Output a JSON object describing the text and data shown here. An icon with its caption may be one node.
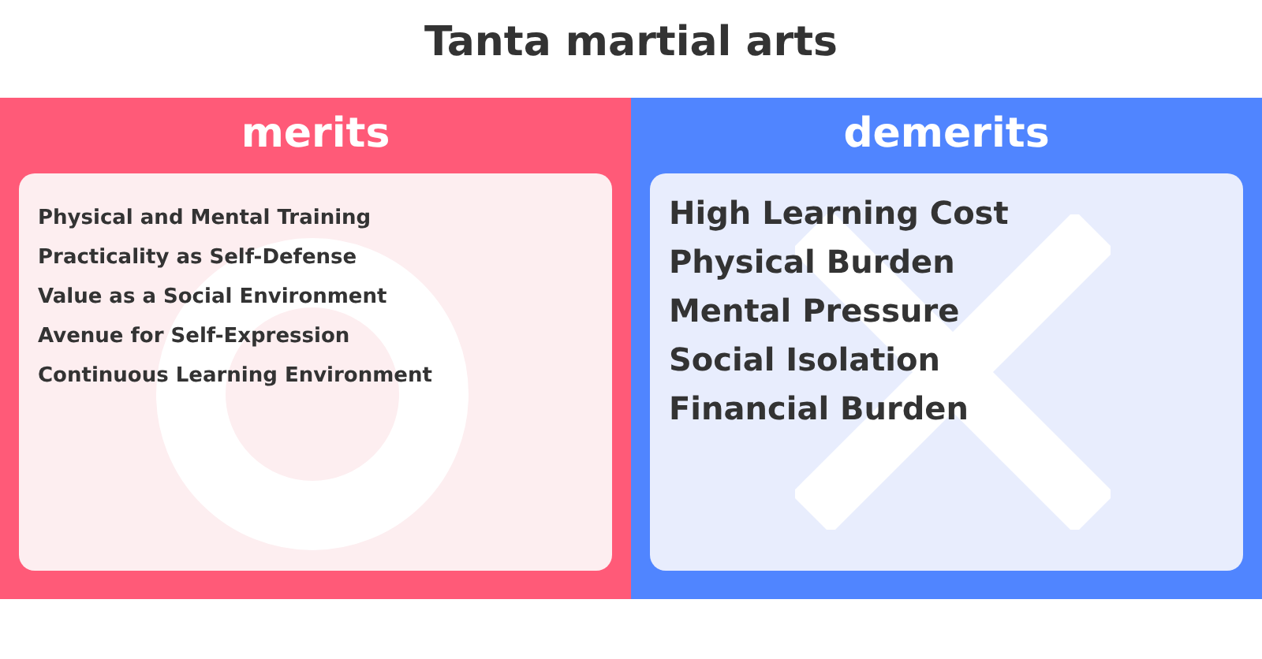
{
  "diagram": {
    "title": "Tanta martial arts",
    "nodes": [
      {
        "text": [
          "merits"
        ]
      },
      {
        "text": [
          "Physical and Mental Training",
          "Practicality as Self-Defense",
          "Value as a Social Environment",
          "Avenue for Self-Expression",
          "Continuous Learning Environment"
        ],
        "in": 0
      },
      {
        "text": [
          "demerits"
        ]
      },
      {
        "text": [
          "High Learning Cost",
          "Physical Burden",
          "Mental Pressure",
          "Social Isolation",
          "Financial Burden"
        ],
        "in": 2
      }
    ]
  }
}
